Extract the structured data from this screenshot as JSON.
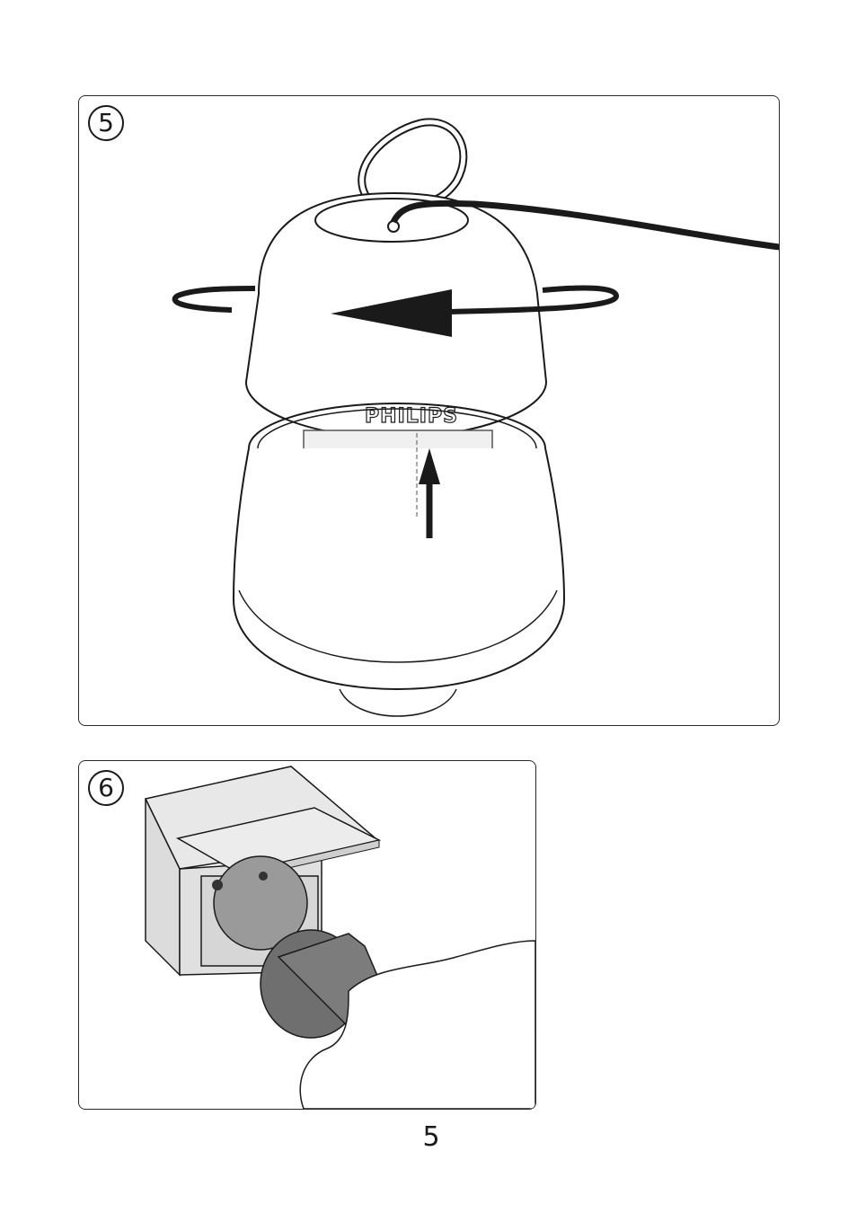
{
  "steps": [
    {
      "number": "5",
      "brand_label": "PHILIPS"
    },
    {
      "number": "6"
    }
  ],
  "page": {
    "number": "5"
  },
  "colors": {
    "line": "#1a1a1a",
    "plug": "#6f6f6f",
    "socket_face": "#d9d9d9",
    "socket_inner": "#9a9a9a",
    "box": "#e8e8e8"
  }
}
